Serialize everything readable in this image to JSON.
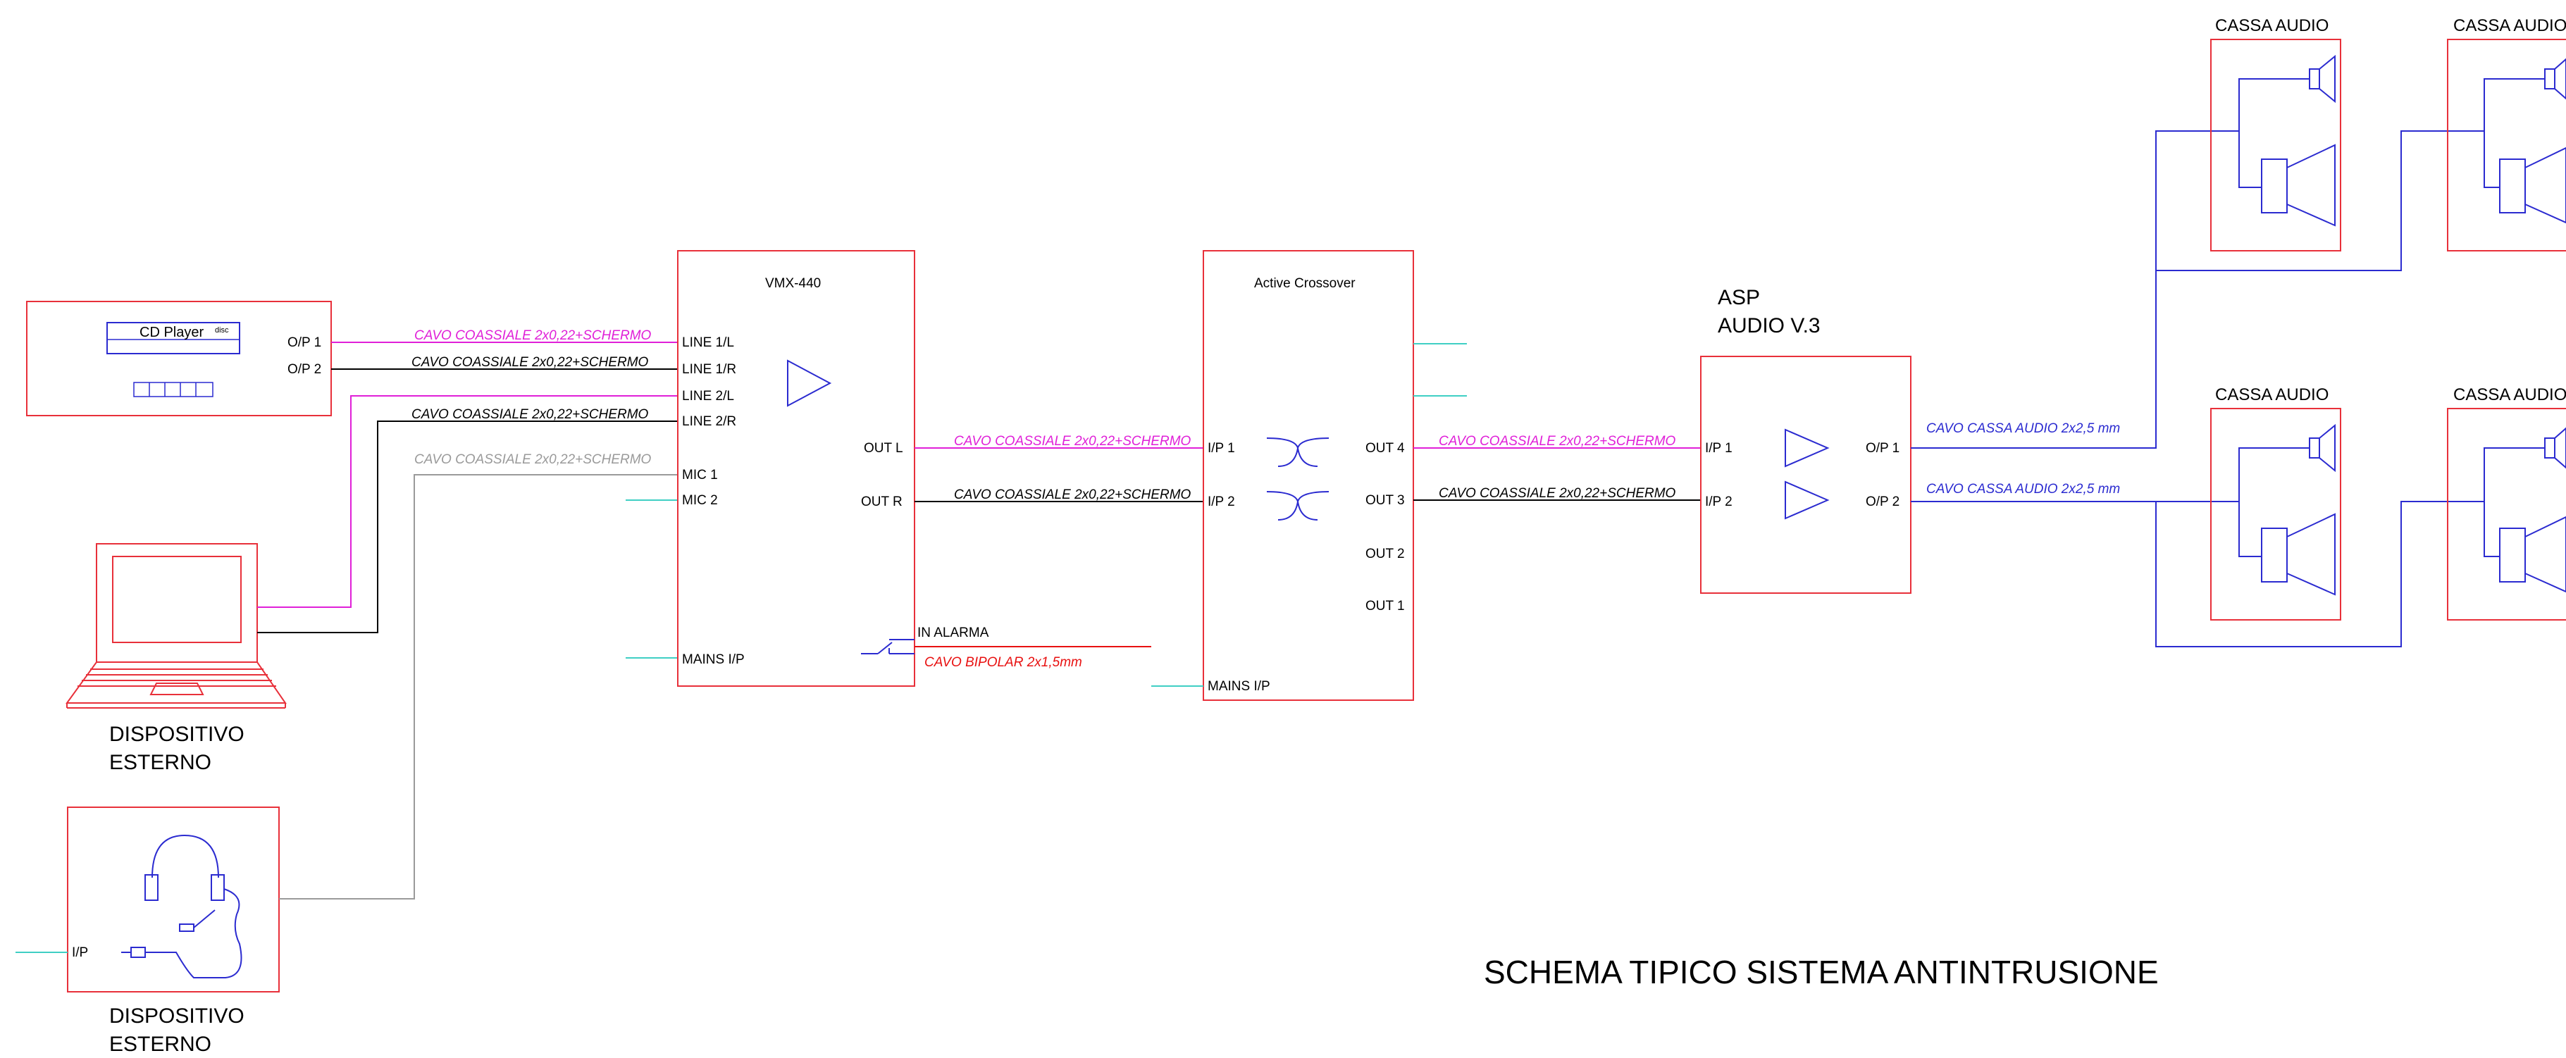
{
  "colors": {
    "box": "#e8303a",
    "magenta_cable": "#e020d8",
    "black_cable": "#000000",
    "grey_cable": "#9a9a9a",
    "speaker_cable": "#2b2bd0",
    "mains_stub": "#3fcfc4",
    "alarm_cable": "#e81010"
  },
  "title": "SCHEMA TIPICO SISTEMA ANTINTRUSIONE",
  "cd_player": {
    "name": "CD Player",
    "logo": "disc",
    "outputs": [
      "O/P 1",
      "O/P 2"
    ]
  },
  "laptop": {
    "caption_line1": "DISPOSITIVO",
    "caption_line2": "ESTERNO",
    "icon": "laptop-icon"
  },
  "headset": {
    "caption_line1": "DISPOSITIVO",
    "caption_line2": "ESTERNO",
    "input": "I/P",
    "icon": "headset-icon"
  },
  "mixer": {
    "name": "VMX-440",
    "inputs": [
      "LINE 1/L",
      "LINE 1/R",
      "LINE 2/L",
      "LINE 2/R",
      "MIC 1",
      "MIC 2"
    ],
    "outputs": [
      "OUT L",
      "OUT R"
    ],
    "mains": "MAINS I/P",
    "alarm_in": "IN ALARMA",
    "alarm_cable": "CAVO BIPOLAR 2x1,5mm"
  },
  "crossover": {
    "name": "Active Crossover",
    "inputs": [
      "I/P 1",
      "I/P 2"
    ],
    "outputs": [
      "OUT 4",
      "OUT 3",
      "OUT 2",
      "OUT 1"
    ],
    "mains": "MAINS I/P"
  },
  "amplifier": {
    "name_line1": "ASP",
    "name_line2": "AUDIO V.3",
    "inputs": [
      "I/P 1",
      "I/P 2"
    ],
    "outputs": [
      "O/P 1",
      "O/P 2"
    ]
  },
  "cables": {
    "cd_op1": "CAVO COASSIALE 2x0,22+SCHERMO",
    "cd_op2": "CAVO COASSIALE 2x0,22+SCHERMO",
    "laptop": "CAVO COASSIALE 2x0,22+SCHERMO",
    "mic": "CAVO COASSIALE 2x0,22+SCHERMO",
    "mixer_outl": "CAVO COASSIALE 2x0,22+SCHERMO",
    "mixer_outr": "CAVO COASSIALE 2x0,22+SCHERMO",
    "xover_out4": "CAVO COASSIALE 2x0,22+SCHERMO",
    "xover_out3": "CAVO COASSIALE 2x0,22+SCHERMO",
    "amp_op1": "CAVO CASSA AUDIO 2x2,5 mm",
    "amp_op2": "CAVO CASSA AUDIO 2x2,5 mm"
  },
  "speakers": [
    "CASSA AUDIO",
    "CASSA AUDIO",
    "CASSA AUDIO",
    "CASSA AUDIO"
  ]
}
